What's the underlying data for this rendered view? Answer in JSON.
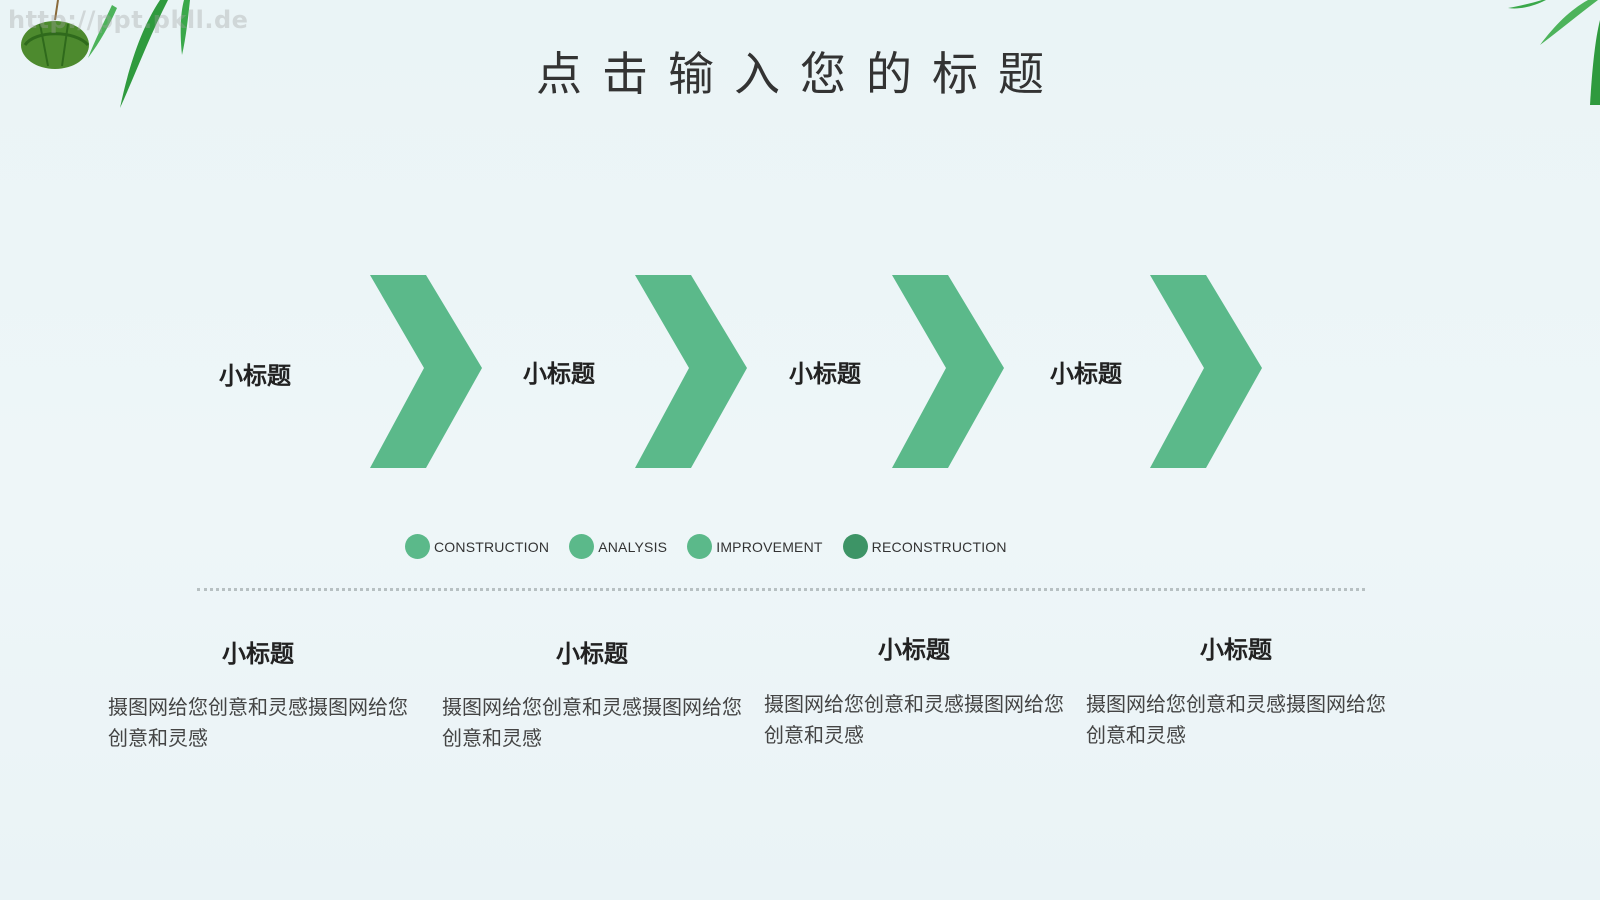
{
  "watermark": "http://ppt.pkll.de",
  "title": "点击输入您的标题",
  "colors": {
    "chevron": "#5bb98a",
    "legend_light": "#5bb98a",
    "legend_dark": "#3d9466",
    "leaf": "#3fa54a"
  },
  "process": {
    "steps": [
      {
        "label": "小标题"
      },
      {
        "label": "小标题"
      },
      {
        "label": "小标题"
      },
      {
        "label": "小标题"
      }
    ]
  },
  "legend": [
    {
      "label": "CONSTRUCTION",
      "color": "#5bb98a"
    },
    {
      "label": "ANALYSIS",
      "color": "#5bb98a"
    },
    {
      "label": "IMPROVEMENT",
      "color": "#5bb98a"
    },
    {
      "label": "RECONSTRUCTION",
      "color": "#3d9466"
    }
  ],
  "columns": [
    {
      "heading": "小标题",
      "body": "摄图网给您创意和灵感摄图网给您创意和灵感"
    },
    {
      "heading": "小标题",
      "body": "摄图网给您创意和灵感摄图网给您创意和灵感"
    },
    {
      "heading": "小标题",
      "body": "摄图网给您创意和灵感摄图网给您创意和灵感"
    },
    {
      "heading": "小标题",
      "body": "摄图网给您创意和灵感摄图网给您创意和灵感"
    }
  ]
}
